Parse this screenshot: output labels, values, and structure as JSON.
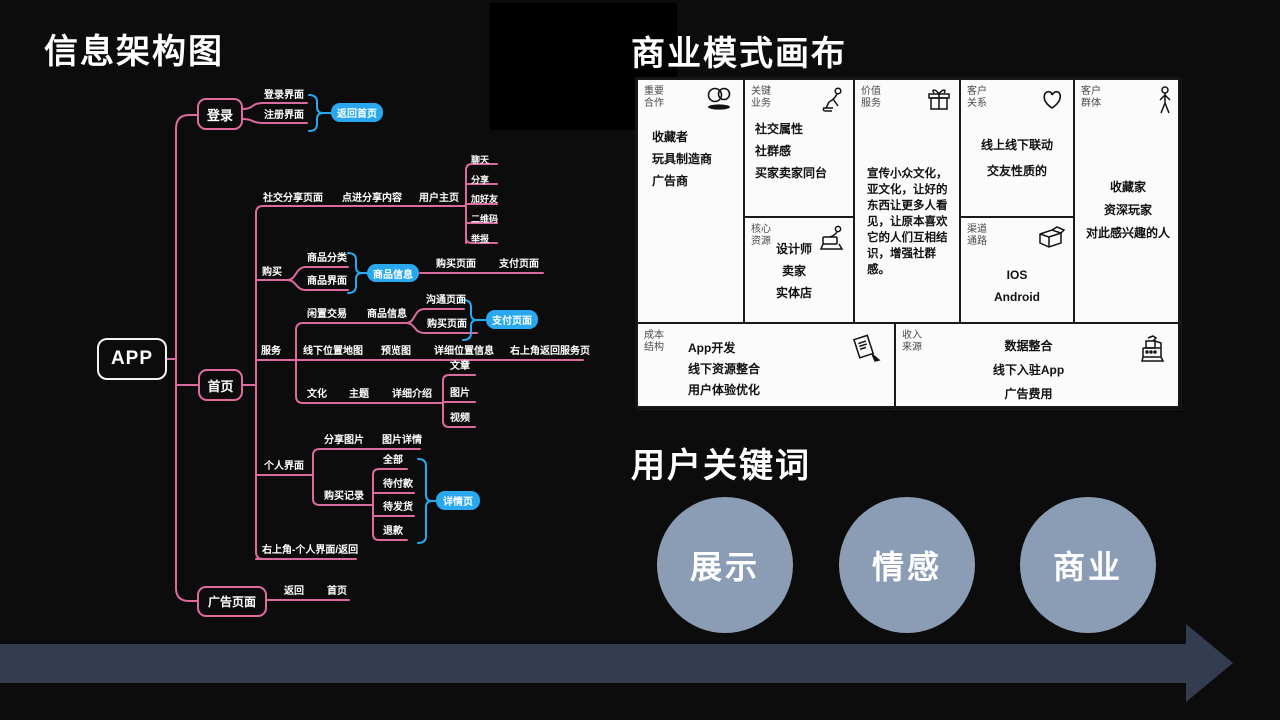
{
  "titles": {
    "architecture": "信息架构图",
    "business_canvas": "商业模式画布",
    "keywords": "用户关键词"
  },
  "mindmap": {
    "root": "APP",
    "login": {
      "node": "登录",
      "screens": [
        "登录界面",
        "注册界面"
      ],
      "badge": "返回首页"
    },
    "home_node": "首页",
    "social": {
      "chain": [
        "社交分享页面",
        "点进分享内容",
        "用户主页"
      ],
      "leaves": [
        "聊天",
        "分享",
        "加好友",
        "二维码",
        "举报"
      ]
    },
    "buy": {
      "node": "购买",
      "options": [
        "商品分类",
        "商品界面"
      ],
      "badge": "商品信息",
      "chain": [
        "购买页面",
        "支付页面"
      ]
    },
    "service": {
      "node": "服务",
      "secondhand": {
        "chain": [
          "闲置交易",
          "商品信息"
        ],
        "options": [
          "沟通页面",
          "购买页面"
        ],
        "badge": "支付页面"
      },
      "location": {
        "chain": [
          "线下位置地图",
          "预览图",
          "详细位置信息",
          "右上角返回服务页"
        ]
      },
      "culture": {
        "chain": [
          "文化",
          "主题",
          "详细介绍"
        ],
        "leaves": [
          "文章",
          "图片",
          "视频"
        ]
      }
    },
    "profile": {
      "node": "个人界面",
      "share": {
        "chain": [
          "分享图片",
          "图片详情"
        ]
      },
      "orders": {
        "node": "购买记录",
        "leaves": [
          "全部",
          "待付款",
          "待发货",
          "退款"
        ],
        "badge": "详情页"
      }
    },
    "back_label": "右上角-个人界面/返回",
    "ad": {
      "node": "广告页面",
      "chain": [
        "返回",
        "首页"
      ]
    }
  },
  "canvas": {
    "partners": {
      "title": "重要合作",
      "icon": "rings-icon",
      "items": [
        "收藏者",
        "玩具制造商",
        "广告商"
      ]
    },
    "activities": {
      "title": "关键业务",
      "icon": "worker-icon",
      "items": [
        "社交属性",
        "社群感",
        "买家卖家同台"
      ]
    },
    "resources": {
      "title": "核心资源",
      "icon": "machine-icon",
      "items": [
        "设计师",
        "卖家",
        "实体店"
      ]
    },
    "value": {
      "title": "价值服务",
      "icon": "gift-icon",
      "text": "宣传小众文化，亚文化，让好的东西让更多人看见，让原本喜欢它的人们互相结识，增强社群感。"
    },
    "relations": {
      "title": "客户关系",
      "icon": "heart-icon",
      "items": [
        "线上线下联动",
        "交友性质的"
      ]
    },
    "channels": {
      "title": "渠道通路",
      "icon": "carton-icon",
      "items": [
        "IOS",
        "Android"
      ]
    },
    "customers": {
      "title": "客户群体",
      "icon": "person-icon",
      "items": [
        "收藏家",
        "资深玩家",
        "对此感兴趣的人"
      ]
    },
    "costs": {
      "title": "成本结构",
      "icon": "receipt-icon",
      "items": [
        "App开发",
        "线下资源整合",
        "用户体验优化"
      ]
    },
    "revenue": {
      "title": "收入来源",
      "icon": "register-icon",
      "items": [
        "数据整合",
        "线下入驻App",
        "广告费用"
      ]
    }
  },
  "keywords": {
    "items": [
      "展示",
      "情感",
      "商业"
    ]
  },
  "colors": {
    "pink": "#dc6a9e",
    "blue": "#29a8f0",
    "circle_fill": "#8b9cb5",
    "arrow_fill": "#333d4f",
    "canvas_bg": "#fbfbfb",
    "background": "#0c0c0c"
  }
}
